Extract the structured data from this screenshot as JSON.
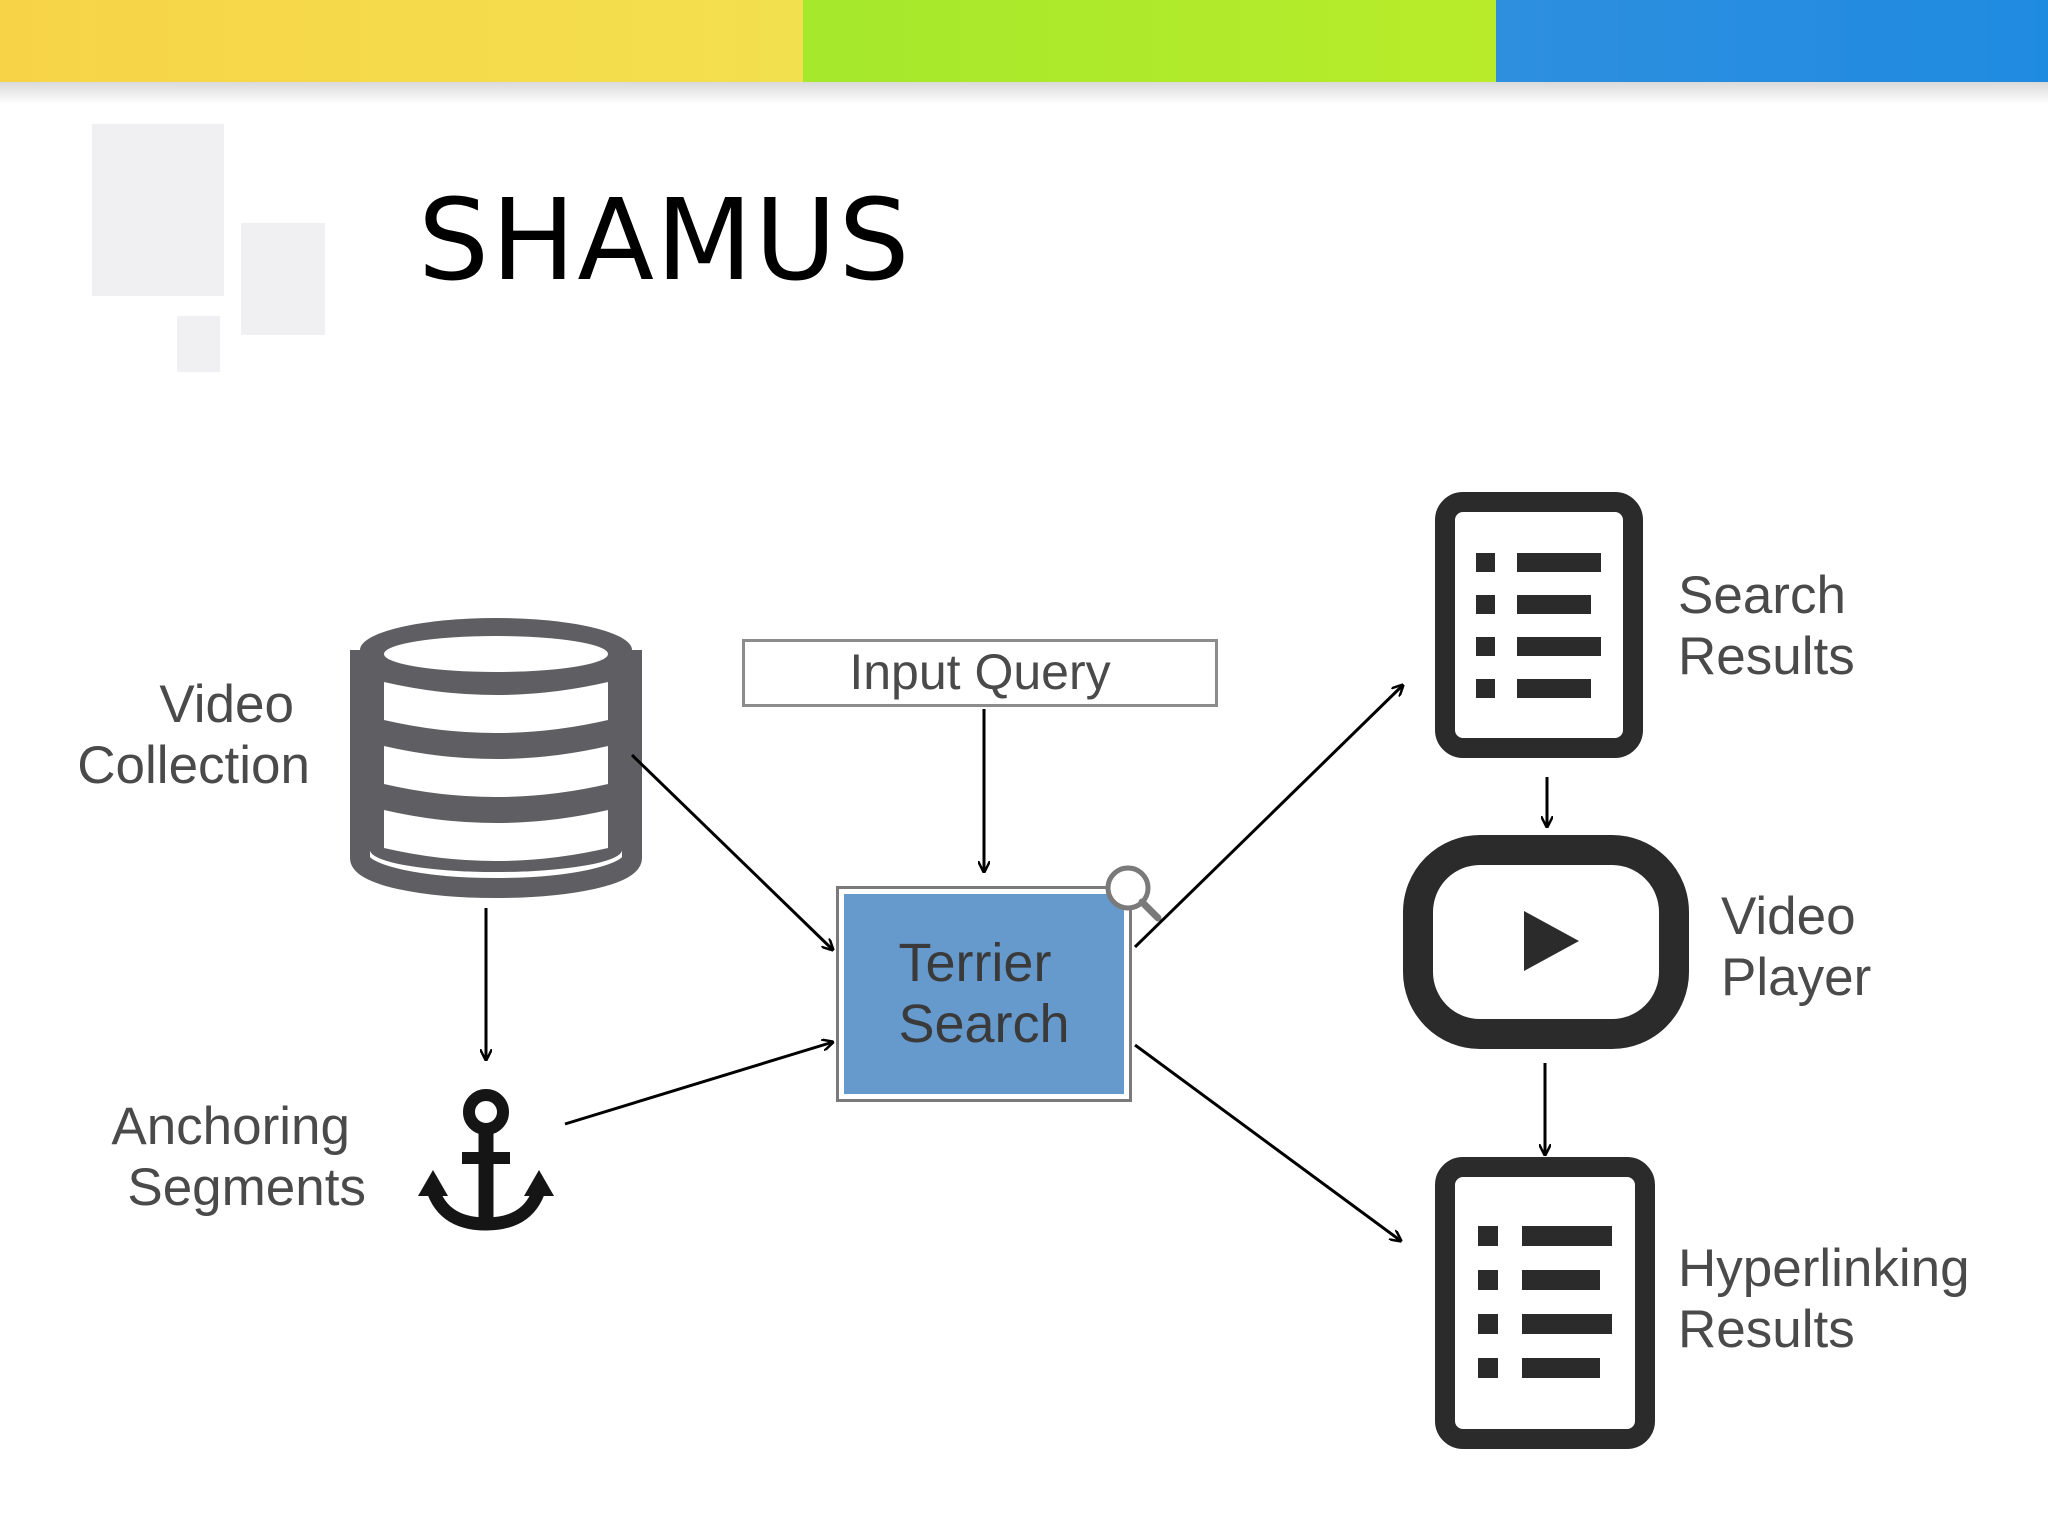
{
  "slide": {
    "title": "SHAMUS",
    "banner_colors": [
      "#f5d743",
      "#aee82a",
      "#2d8fe0"
    ]
  },
  "diagram": {
    "video_collection": {
      "line1": "Video",
      "line2": "Collection"
    },
    "anchoring_segments": {
      "line1": "Anchoring",
      "line2": "Segments"
    },
    "input_query": "Input Query",
    "terrier_search": {
      "line1": "Terrier",
      "line2": "Search"
    },
    "search_results": {
      "line1": "Search",
      "line2": "Results"
    },
    "video_player": {
      "line1": "Video",
      "line2": "Player"
    },
    "hyperlinking_results": {
      "line1": "Hyperlinking",
      "line2": "Results"
    },
    "icons": [
      "database-icon",
      "anchor-icon",
      "magnifier-icon",
      "list-document-icon",
      "video-player-icon",
      "list-document-icon"
    ],
    "colors": {
      "terrier_fill": "#6699cc",
      "icon": "#5f5f63",
      "icon_dark": "#2b2b2b",
      "arrow": "#000000"
    }
  }
}
